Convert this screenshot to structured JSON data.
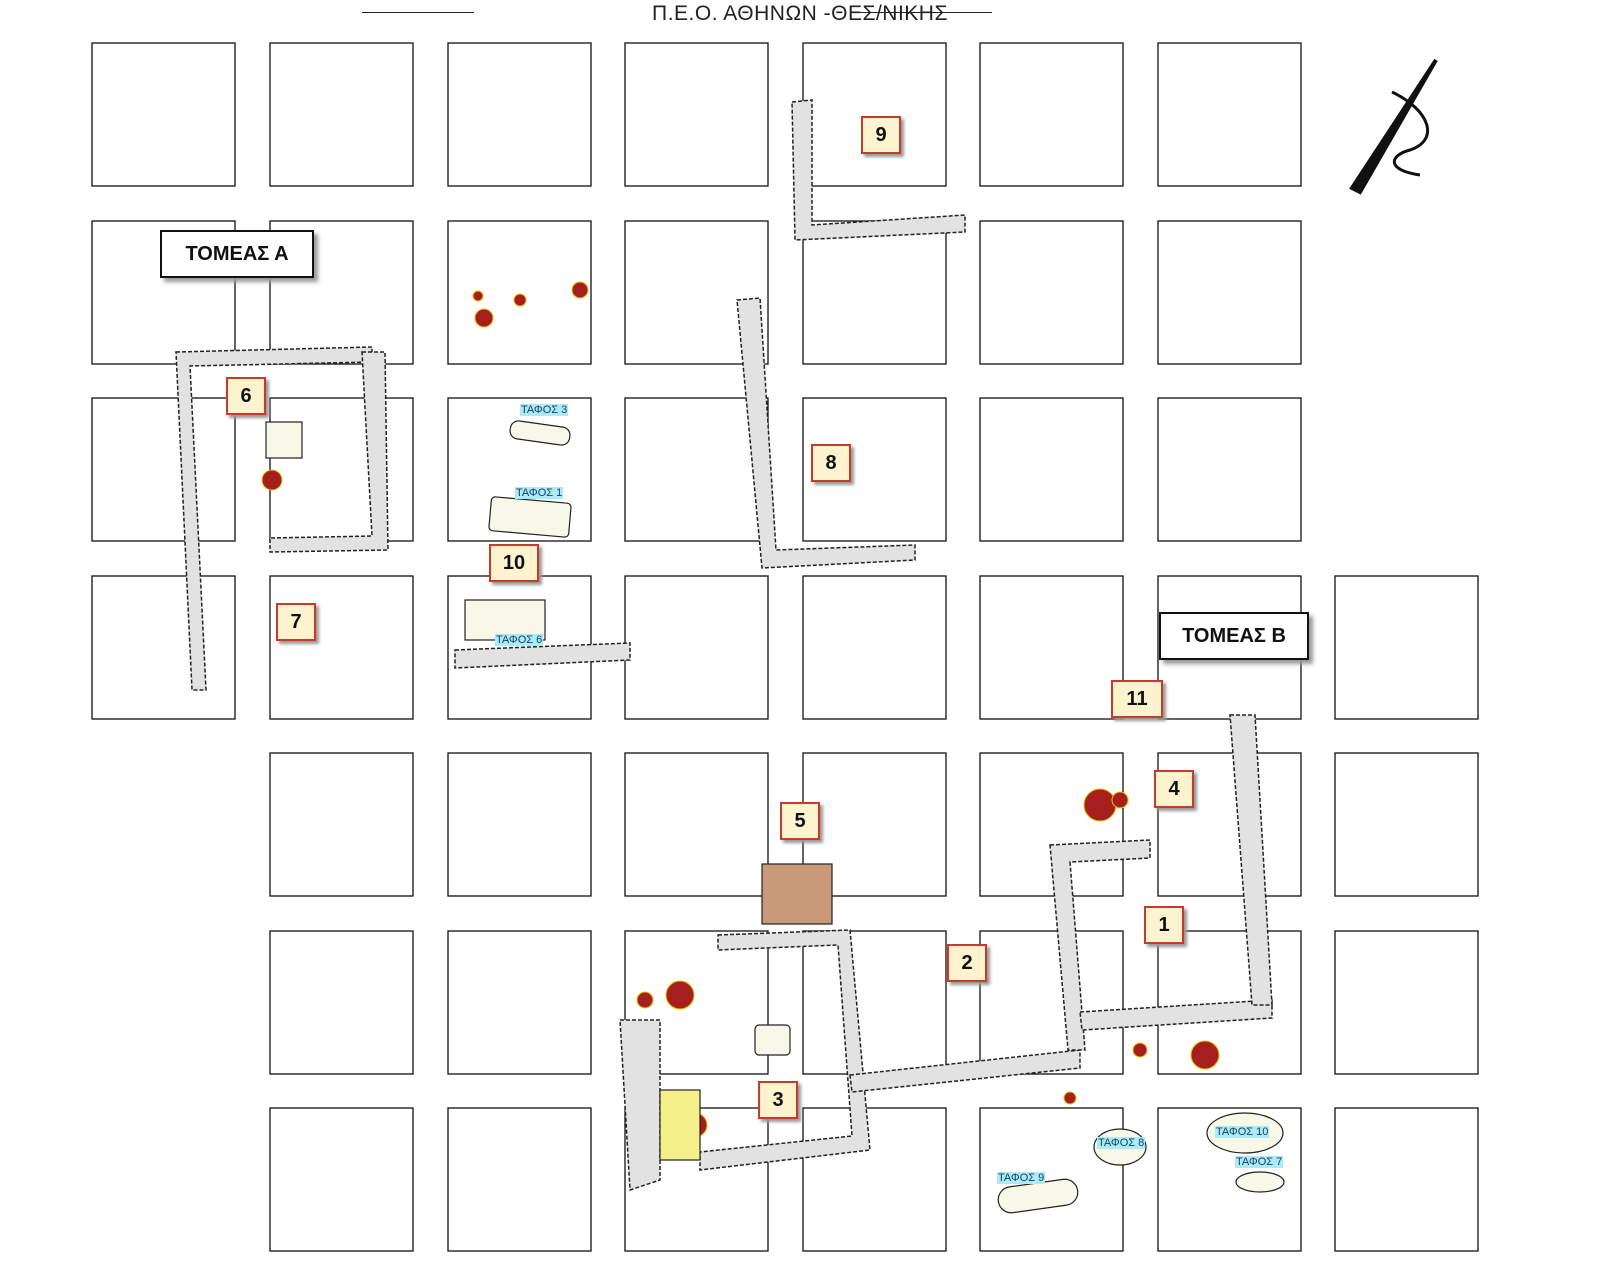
{
  "header": {
    "title": "Π.Ε.Ο. ΑΘΗΝΩΝ -ΘΕΣ/ΝΙΚΗΣ"
  },
  "sectors": {
    "a": "ΤΟΜΕΑΣ Α",
    "b": "ΤΟΜΕΑΣ Β"
  },
  "areas": {
    "n1": "1",
    "n2": "2",
    "n3": "3",
    "n4": "4",
    "n5": "5",
    "n6": "6",
    "n7": "7",
    "n8": "8",
    "n9": "9",
    "n10": "10",
    "n11": "11"
  },
  "graves": {
    "t1": "ΤΑΦΟΣ 1",
    "t3": "ΤΑΦΟΣ 3",
    "t6": "ΤΑΦΟΣ 6",
    "t7": "ΤΑΦΟΣ 7",
    "t8": "ΤΑΦΟΣ 8",
    "t9": "ΤΑΦΟΣ 9",
    "t10": "ΤΑΦΟΣ 10"
  },
  "colors": {
    "grid": "#111111",
    "wall": "#d8d8d8",
    "finds": "#a61e1e",
    "label_bg": "#fdf3cf",
    "label_border": "#c83a2a",
    "grave_label": "#a9ecf3"
  }
}
